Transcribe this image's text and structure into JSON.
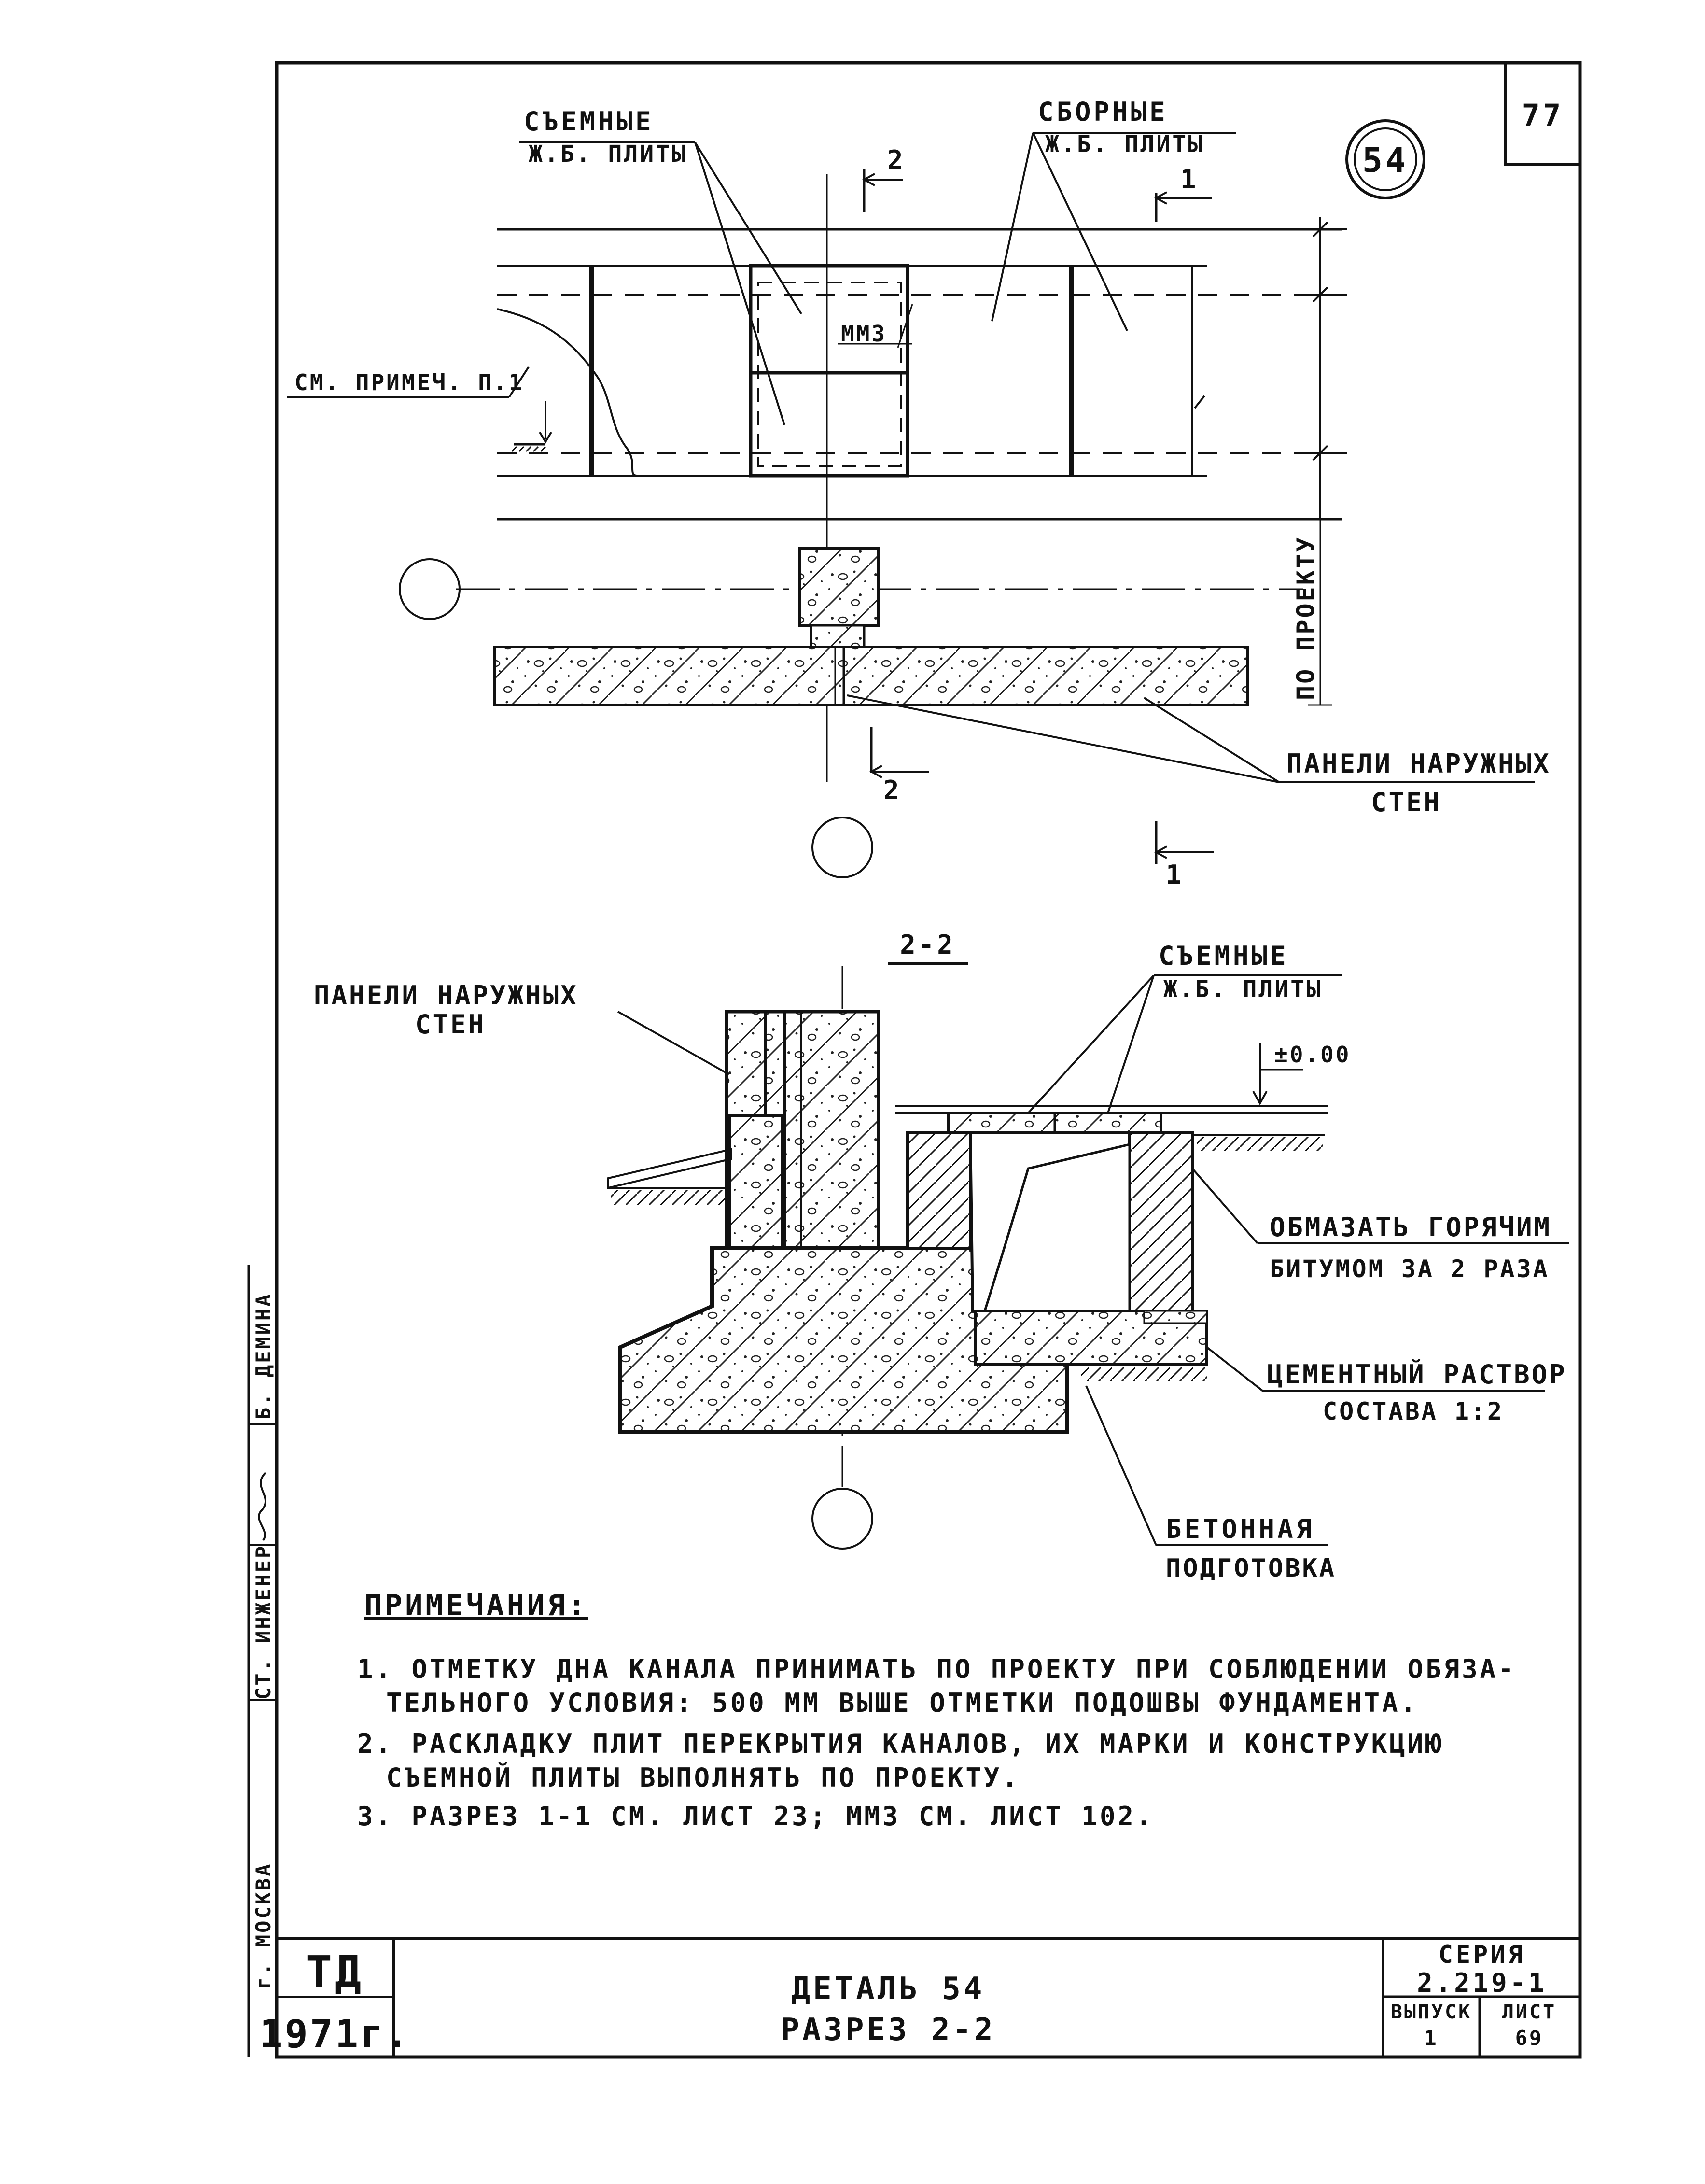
{
  "sheet": {
    "corner_number": "77",
    "detail_circle": "54"
  },
  "plan": {
    "label_removable": [
      "СЪЕМНЫЕ",
      "Ж.Б. ПЛИТЫ"
    ],
    "label_precast": [
      "СБОРНЫЕ",
      "Ж.Б. ПЛИТЫ"
    ],
    "label_mmz": "ММЗ",
    "label_note_ref": "СМ. ПРИМЕЧ. П.1",
    "label_vertical": "ПО ПРОЕКТУ",
    "label_panels": [
      "ПАНЕЛИ НАРУЖНЫХ",
      "СТЕН"
    ],
    "section_mark_2": "2",
    "section_mark_1": "1"
  },
  "section": {
    "title": "2-2",
    "label_panels": [
      "ПАНЕЛИ НАРУЖНЫХ",
      "СТЕН"
    ],
    "label_removable": [
      "СЪЕМНЫЕ",
      "Ж.Б. ПЛИТЫ"
    ],
    "level": "±0.00",
    "label_bitumen": [
      "ОБМАЗАТЬ ГОРЯЧИМ",
      "БИТУМОМ ЗА 2 РАЗА"
    ],
    "label_mortar": [
      "ЦЕМЕНТНЫЙ РАСТВОР",
      "СОСТАВА 1:2"
    ],
    "label_concrete": [
      "БЕТОННАЯ",
      "ПОДГОТОВКА"
    ]
  },
  "notes": {
    "heading": "ПРИМЕЧАНИЯ:",
    "items": [
      "1. ОТМЕТКУ ДНА КАНАЛА ПРИНИМАТЬ ПО ПРОЕКТУ ПРИ СОБЛЮДЕНИИ ОБЯЗА-",
      "ТЕЛЬНОГО УСЛОВИЯ: 500 ММ ВЫШЕ ОТМЕТКИ ПОДОШВЫ ФУНДАМЕНТА.",
      "2. РАСКЛАДКУ ПЛИТ ПЕРЕКРЫТИЯ КАНАЛОВ, ИХ МАРКИ И КОНСТРУКЦИЮ",
      "СЪЕМНОЙ ПЛИТЫ ВЫПОЛНЯТЬ ПО ПРОЕКТУ.",
      "3. РАЗРЕЗ 1-1 СМ. ЛИСТ 23; ММЗ СМ. ЛИСТ 102."
    ]
  },
  "margin": {
    "city": "г. МОСКВА",
    "role": "СТ. ИНЖЕНЕР",
    "name": "Б. ДЕМИНА"
  },
  "title_block": {
    "org": "ТД",
    "year": "1971г.",
    "title_line1": "ДЕТАЛЬ 54",
    "title_line2": "РАЗРЕЗ 2-2",
    "series_label": "СЕРИЯ",
    "series_value": "2.219-1",
    "issue_label": "ВЫПУСК",
    "issue_value": "1",
    "sheet_label": "ЛИСТ",
    "sheet_value": "69"
  }
}
